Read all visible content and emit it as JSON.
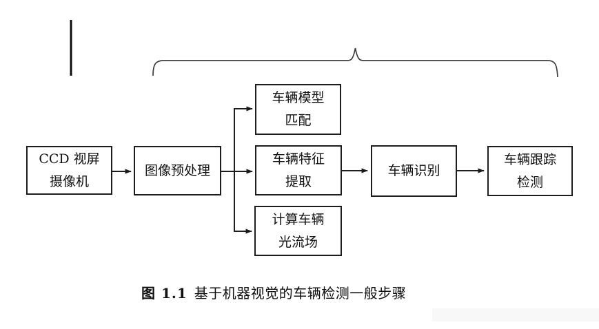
{
  "figure": {
    "nodes": {
      "camera": {
        "lines": [
          "CCD 视屏",
          "摄像机"
        ]
      },
      "preprocess": {
        "lines": [
          "图像预处理"
        ]
      },
      "model_matching": {
        "lines": [
          "车辆模型",
          "匹配"
        ]
      },
      "feature_extraction": {
        "lines": [
          "车辆特征",
          "提取"
        ]
      },
      "optical_flow": {
        "lines": [
          "计算车辆",
          "光流场"
        ]
      },
      "recognition": {
        "lines": [
          "车辆识别"
        ]
      },
      "tracking": {
        "lines": [
          "车辆跟踪",
          "检测"
        ]
      }
    },
    "caption": {
      "prefix": "图 1.1",
      "text": "基于机器视觉的车辆检测一般步骤"
    },
    "colors": {
      "line": "#1c1c1c",
      "brace": "#3c3c3c",
      "background": "#ffffff"
    }
  }
}
